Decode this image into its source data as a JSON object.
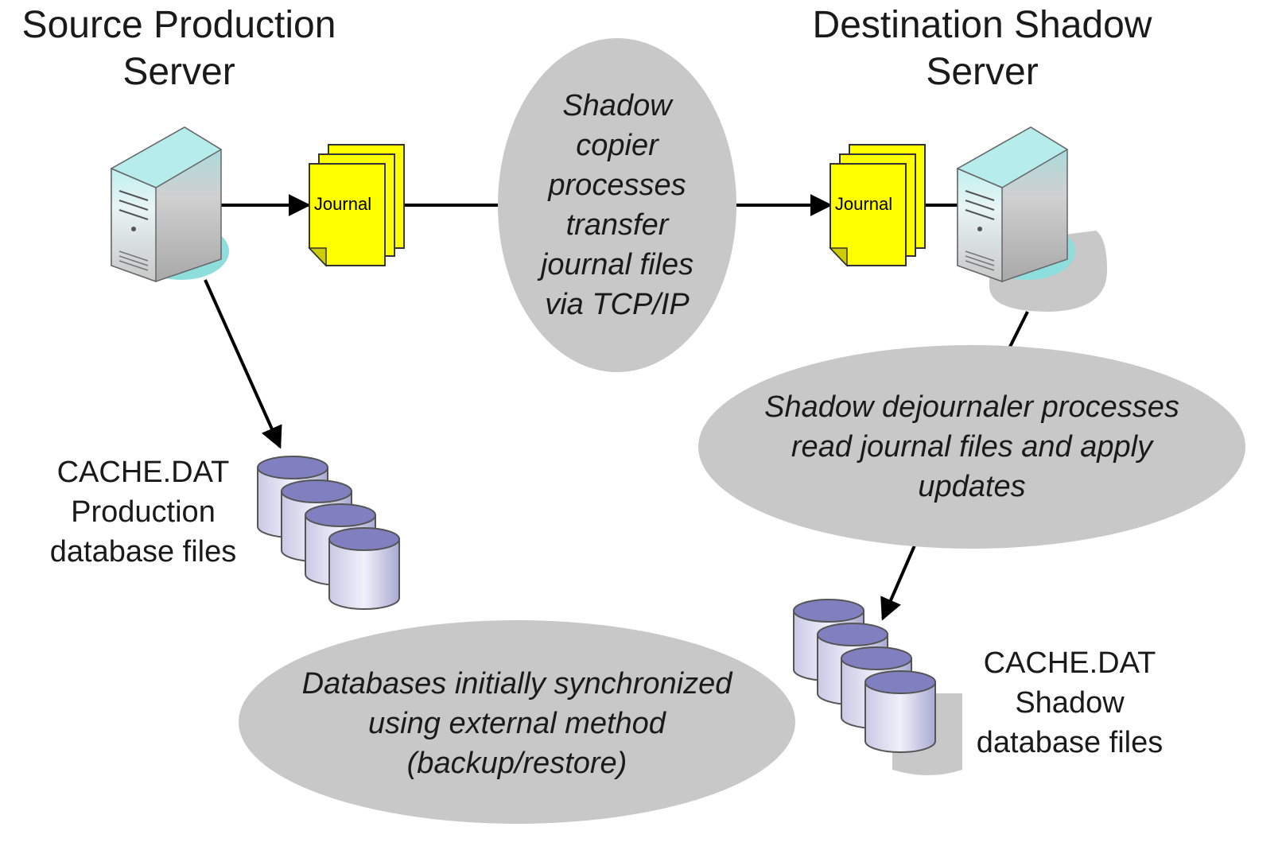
{
  "source_server": {
    "title_lines": [
      "Source Production",
      "Server"
    ],
    "journal_label": "Journal",
    "db_label_lines": [
      "CACHE.DAT",
      "Production",
      "database files"
    ]
  },
  "destination_server": {
    "title_lines": [
      "Destination Shadow",
      "Server"
    ],
    "journal_label": "Journal",
    "db_label_lines": [
      "CACHE.DAT",
      "Shadow",
      "database files"
    ]
  },
  "notes": {
    "transfer_lines": [
      "Shadow",
      "copier",
      "processes",
      "transfer",
      "journal files",
      "via TCP/IP"
    ],
    "dejournal_lines": [
      "Shadow dejournaler processes",
      "read journal files and apply",
      "updates"
    ],
    "sync_lines": [
      "Databases initially synchronized",
      "using external method",
      "(backup/restore)"
    ]
  },
  "colors": {
    "ellipse_fill": "#c8c8c8",
    "journal_fill": "#ffff00",
    "journal_stroke": "#8a8a00",
    "cylinder_fill": "#b8b8dc",
    "cylinder_top": "#8080c0",
    "server_teal": "#8fdede",
    "server_body": "#d9d9d9"
  }
}
